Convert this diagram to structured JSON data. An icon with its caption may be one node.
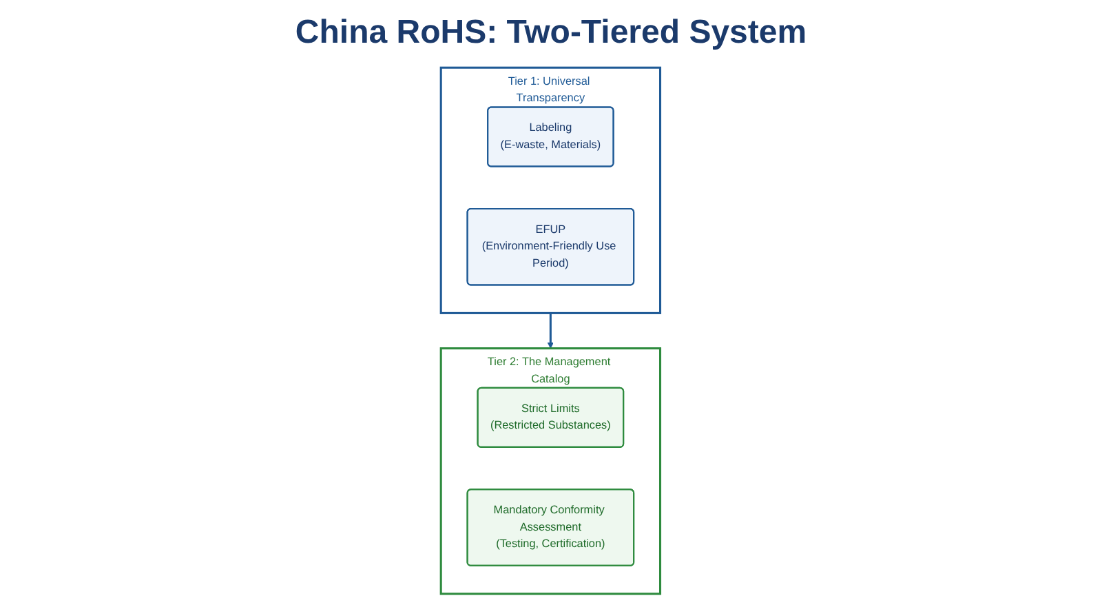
{
  "diagram": {
    "title": "China RoHS: Two-Tiered System",
    "nodes": [
      {
        "text": [
          "Tier 1: Universal Transparency"
        ]
      },
      {
        "text": [
          "Labeling",
          "(E-waste, Materials)"
        ],
        "in": 0
      },
      {
        "text": [
          "EFUP",
          "(Environment-Friendly Use Period)"
        ],
        "in": 0
      },
      {
        "text": [
          "Tier 2: The Management Catalog"
        ]
      },
      {
        "text": [
          "Strict Limits",
          "(Restricted Substances)"
        ],
        "in": 3
      },
      {
        "text": [
          "Mandatory Conformity Assessment",
          "(Testing, Certification)"
        ],
        "in": 3
      }
    ],
    "edges": [
      {
        "from": 0,
        "to": 3,
        "arrow": "to"
      }
    ]
  }
}
